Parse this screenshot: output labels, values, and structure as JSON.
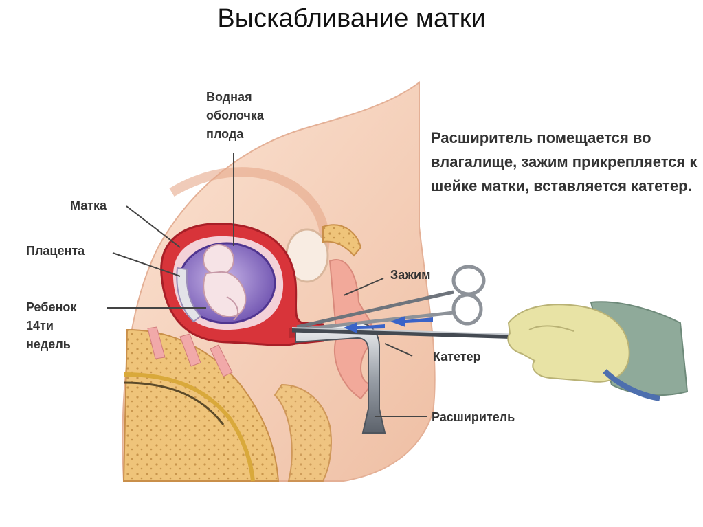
{
  "title": "Выскабливание матки",
  "labels": {
    "amniotic": "Водная\nоболочка\nплода",
    "uterus": "Матка",
    "placenta": "Плацента",
    "fetus": "Ребенок\n14ти\nнедель",
    "clamp": "Зажим",
    "catheter": "Катетер",
    "dilator": "Расширитель"
  },
  "description": "Расширитель помещается во влагалище, зажим прикрепляется к шейке матки, вставляется катетер.",
  "colors": {
    "skin": "#f6d2bd",
    "tissue": "#f4b59e",
    "uterus_wall": "#d8343a",
    "amniotic_sac": "#8c6fc4",
    "bone": "#e9b86b",
    "glove": "#e8e3a5",
    "flow_arrow": "#3a63c8",
    "instrument": "#8d9299"
  }
}
